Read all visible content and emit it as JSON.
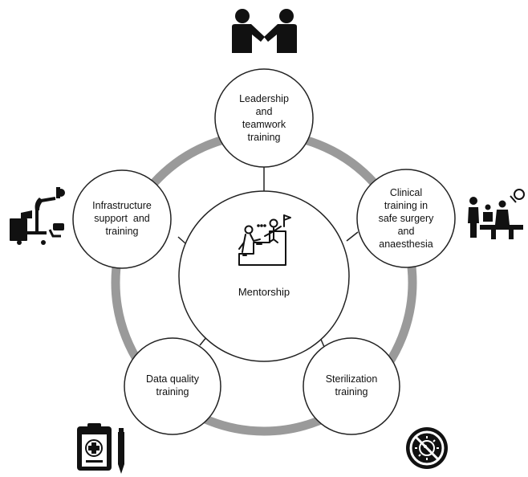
{
  "diagram": {
    "center": {
      "label": "Mentorship",
      "icon": "mentorship-stairs-icon"
    },
    "nodes": [
      {
        "id": "leadership",
        "label": "Leadership and teamwork training",
        "lines": [
          "Leadership",
          "and",
          "teamwork",
          "training"
        ],
        "icon": "handshake-icon"
      },
      {
        "id": "clinical",
        "label": "Clinical training in safe surgery and anaesthesia",
        "lines": [
          "Clinical",
          "training in",
          "safe surgery",
          "and",
          "anaesthesia"
        ],
        "icon": "surgery-team-icon"
      },
      {
        "id": "sterilization",
        "label": "Sterilization training",
        "lines": [
          "Sterilization",
          "training"
        ],
        "icon": "no-germs-icon"
      },
      {
        "id": "data-quality",
        "label": "Data quality training",
        "lines": [
          "Data quality",
          "training"
        ],
        "icon": "clipboard-pen-icon"
      },
      {
        "id": "infrastructure",
        "label": "Infrastructure support and training",
        "lines": [
          "Infrastructure",
          "support  and",
          "training"
        ],
        "icon": "c-arm-xray-icon"
      }
    ],
    "colors": {
      "ring": "#9a9a9a",
      "stroke": "#222222",
      "icon": "#111111",
      "background": "#ffffff"
    }
  }
}
